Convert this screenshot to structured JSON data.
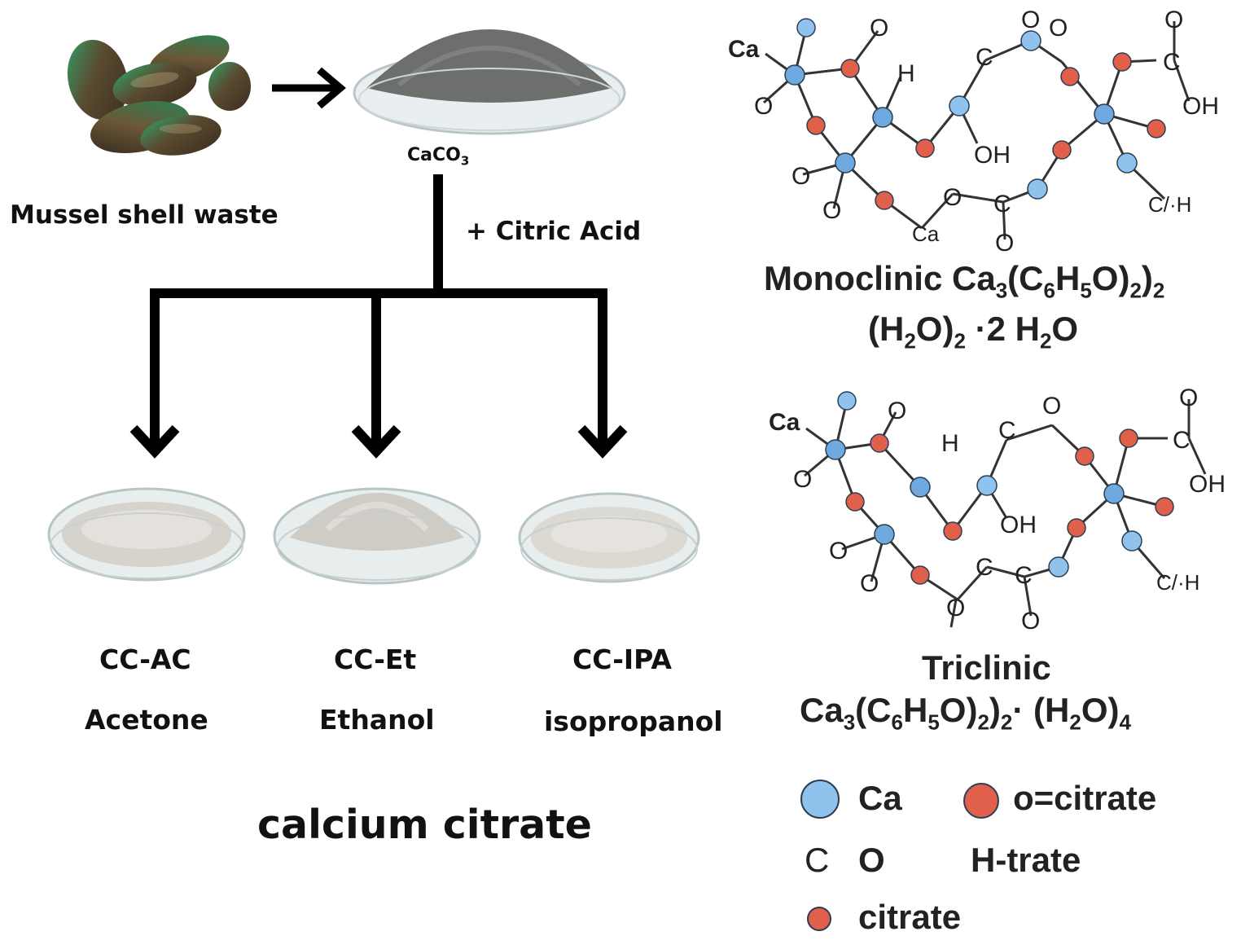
{
  "flow": {
    "source_label": "Mussel shell waste",
    "intermediate_base": "CaCO",
    "intermediate_sub": "3",
    "reagent_label": "+ Citric Acid",
    "products": [
      {
        "code": "CC-AC",
        "solvent": "Acetone"
      },
      {
        "code": "CC-Et",
        "solvent": "Ethanol"
      },
      {
        "code": "CC-IPA",
        "solvent": "isopropanol"
      }
    ],
    "product_title": "calcium citrate"
  },
  "structures": {
    "monoclinic": {
      "line1": [
        "Monoclinic Ca",
        "3",
        "(C",
        "6",
        "H",
        "5",
        "O)",
        "2",
        ")",
        "2"
      ],
      "line2": [
        "(H",
        "2",
        "O)",
        "2",
        " ·2 H",
        "2",
        "O"
      ]
    },
    "triclinic": {
      "line1": "Triclinic",
      "line2": [
        "Ca",
        "3",
        "(C",
        "6",
        "H",
        "5",
        "O)",
        "2",
        ")",
        "2",
        "· (H",
        "2",
        "O)",
        "4"
      ]
    },
    "atom_labels": {
      "ca": "Ca",
      "o": "O",
      "oh": "OH",
      "h": "H",
      "c": "C",
      "ch": "C/·H"
    }
  },
  "legend": {
    "ca": "Ca",
    "o_citrate": "o=citrate",
    "c": "C",
    "o": "O",
    "h_trate": "H-trate",
    "citrate": "citrate"
  },
  "colors": {
    "ca_atom": "#8fc3ee",
    "citrate_atom": "#e0604c",
    "bond": "#333333",
    "arrow": "#000000"
  }
}
